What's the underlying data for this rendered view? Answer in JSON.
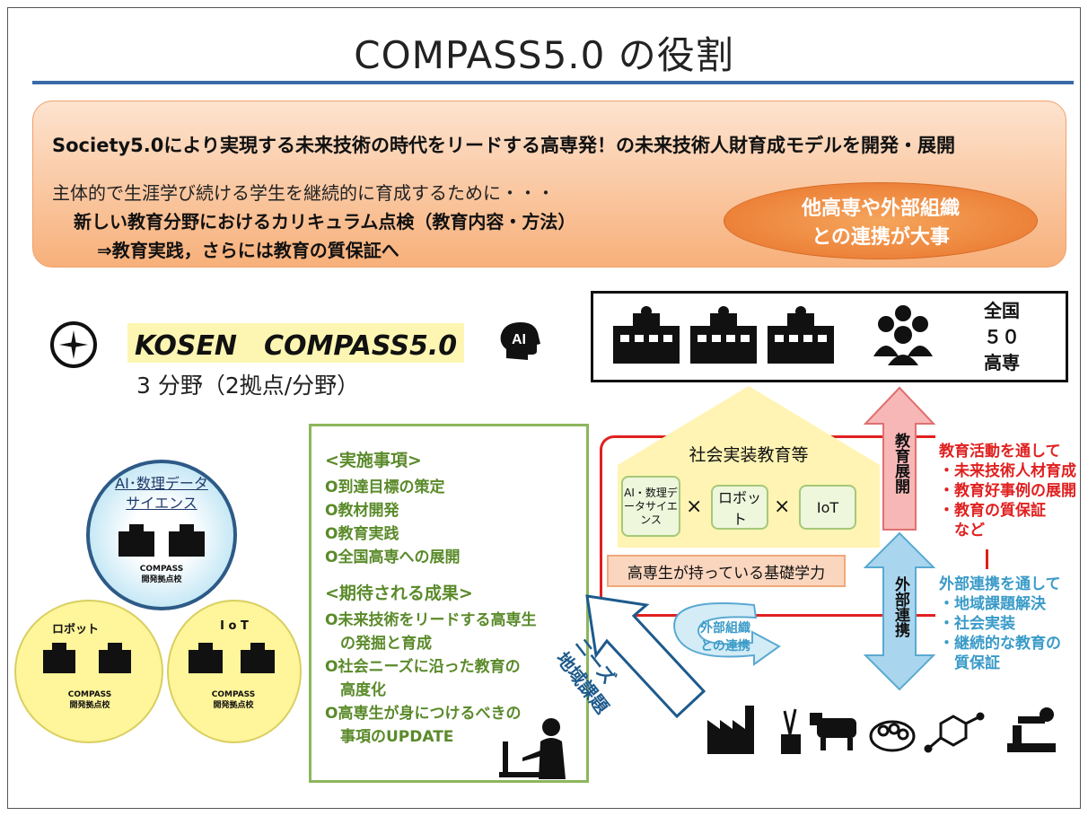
{
  "title": "COMPASS5.0 の役割",
  "banner": {
    "headline": "Society5.0により実現する未来技術の時代をリードする高専発！の未来技術人財育成モデルを開発・展開",
    "line1": "主体的で生涯学び続ける学生を継続的に育成するために・・・",
    "line2": "新しい教育分野におけるカリキュラム点検（教育内容・方法）",
    "line3": "⇒教育実践，さらには教育の質保証へ",
    "oval_line1": "他高専や外部組織",
    "oval_line2": "との連携が大事"
  },
  "kosen": {
    "name": "KOSEN　COMPASS5.0",
    "fields": "3 分野（2拠点/分野）",
    "ai_badge": "AI"
  },
  "national": {
    "line1": "全国",
    "line2": "５０",
    "line3": "高専"
  },
  "circles": {
    "ai_label_1": "AI･数理データ",
    "ai_label_2": "サイエンス",
    "robot_label": "ロボット",
    "iot_label": "I o T",
    "caption_1": "COMPASS",
    "caption_2": "開発拠点校"
  },
  "implementation": {
    "heading": "<実施事項>",
    "items": [
      "O到達目標の策定",
      "O教材開発",
      "O教育実践",
      "O全国高専への展開"
    ],
    "outcomes_heading": "<期待される成果>",
    "outcomes": [
      "O未来技術をリードする高専生",
      "　の発掘と育成",
      "O社会ニーズに沿った教育の",
      "　高度化",
      "O高専生が身につけるべきの",
      "　事項のUPDATE"
    ]
  },
  "house": {
    "title": "社会実装教育等",
    "box1": "AI・数理データサイエンス",
    "box2": "ロボット",
    "box3": "IoT",
    "times": "×",
    "base": "高専生が持っている基礎学力"
  },
  "arrows": {
    "education": "教育展開",
    "external": "外部連携",
    "outer_link_1": "外部組織",
    "outer_link_2": "との連携",
    "needs_1": "ニーズ",
    "needs_2": "地域課題"
  },
  "education_text": {
    "lead": "教育活動を通して",
    "items": [
      "・未来技術人材育成",
      "・教育好事例の展開",
      "・教育の質保証",
      "　など"
    ]
  },
  "external_text": {
    "lead": "外部連携を通して",
    "items": [
      "・地域課題解決",
      "・社会実装",
      "・継続的な教育の",
      "　質保証"
    ]
  },
  "colors": {
    "accent_blue": "#3b6aa8",
    "orange": "#e9732a",
    "red": "#e02020",
    "green": "#8cb65c",
    "cyan": "#3a9bc8"
  }
}
